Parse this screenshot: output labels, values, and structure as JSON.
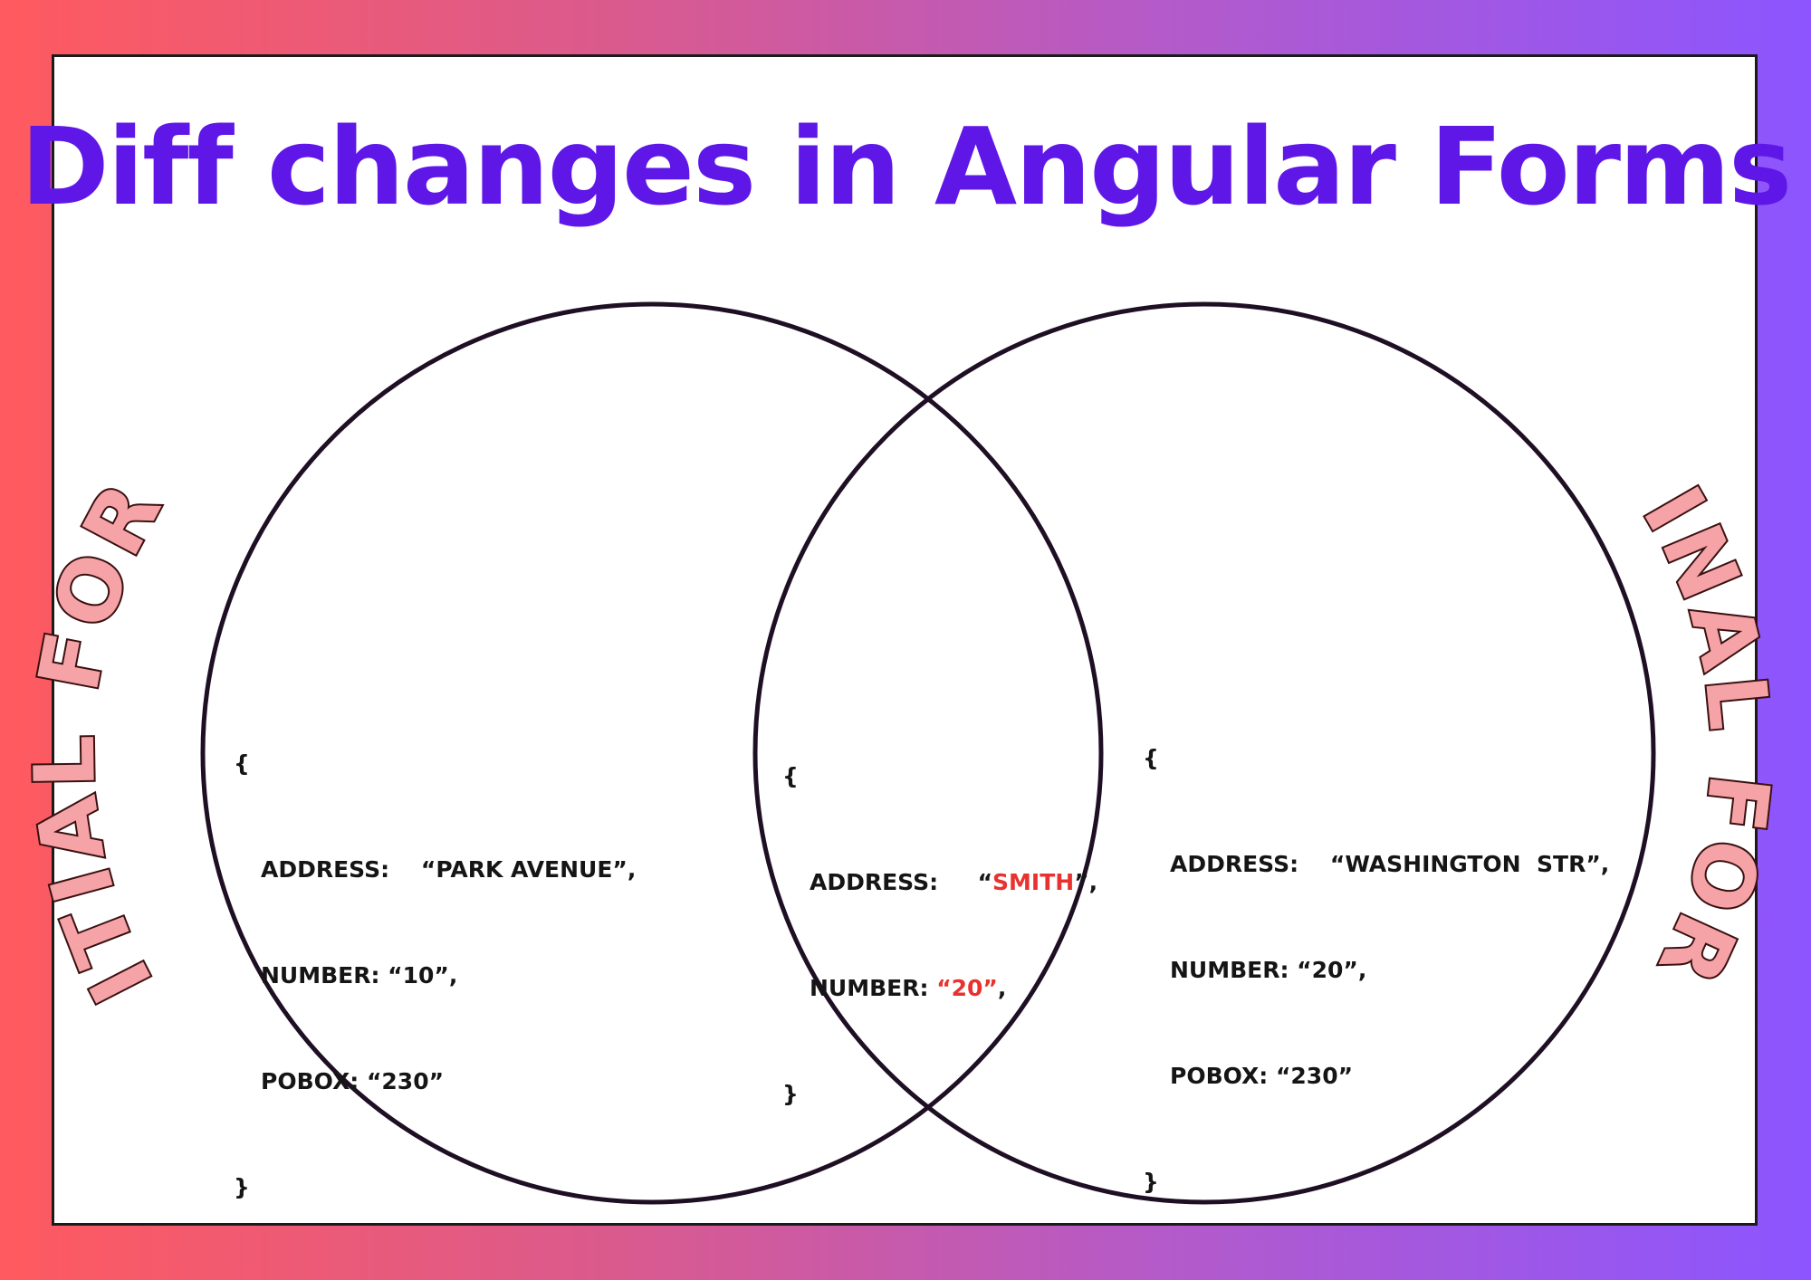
{
  "title": "Diff changes in Angular Forms",
  "labels": {
    "left": "INITIAL FORM",
    "right": "FINAL FORM"
  },
  "left_code": {
    "open": "{",
    "address_key": "ADDRESS:",
    "address_value": "“PARK AVENUE”,",
    "number_line": "NUMBER: “10”,",
    "pobox_line": "POBOX: “230”",
    "close": "}"
  },
  "middle_code": {
    "open": "{",
    "address_key": "ADDRESS:",
    "address_quote_open": "“",
    "address_value": "SMITH",
    "address_quote_close": "”,",
    "number_key": "NUMBER: ",
    "number_value": "“20”",
    "number_comma": ",",
    "close": "}"
  },
  "right_code": {
    "open": "{",
    "address_key": "ADDRESS:",
    "address_value": "“WASHINGTON  STR”,",
    "number_line": "NUMBER: “20”,",
    "pobox_line": "POBOX: “230”",
    "close": "}"
  },
  "colors": {
    "title": "#5f17e8",
    "label_fill": "#f5a3a6",
    "highlight": "#e8322f",
    "circle_stroke": "#1f0f24"
  }
}
